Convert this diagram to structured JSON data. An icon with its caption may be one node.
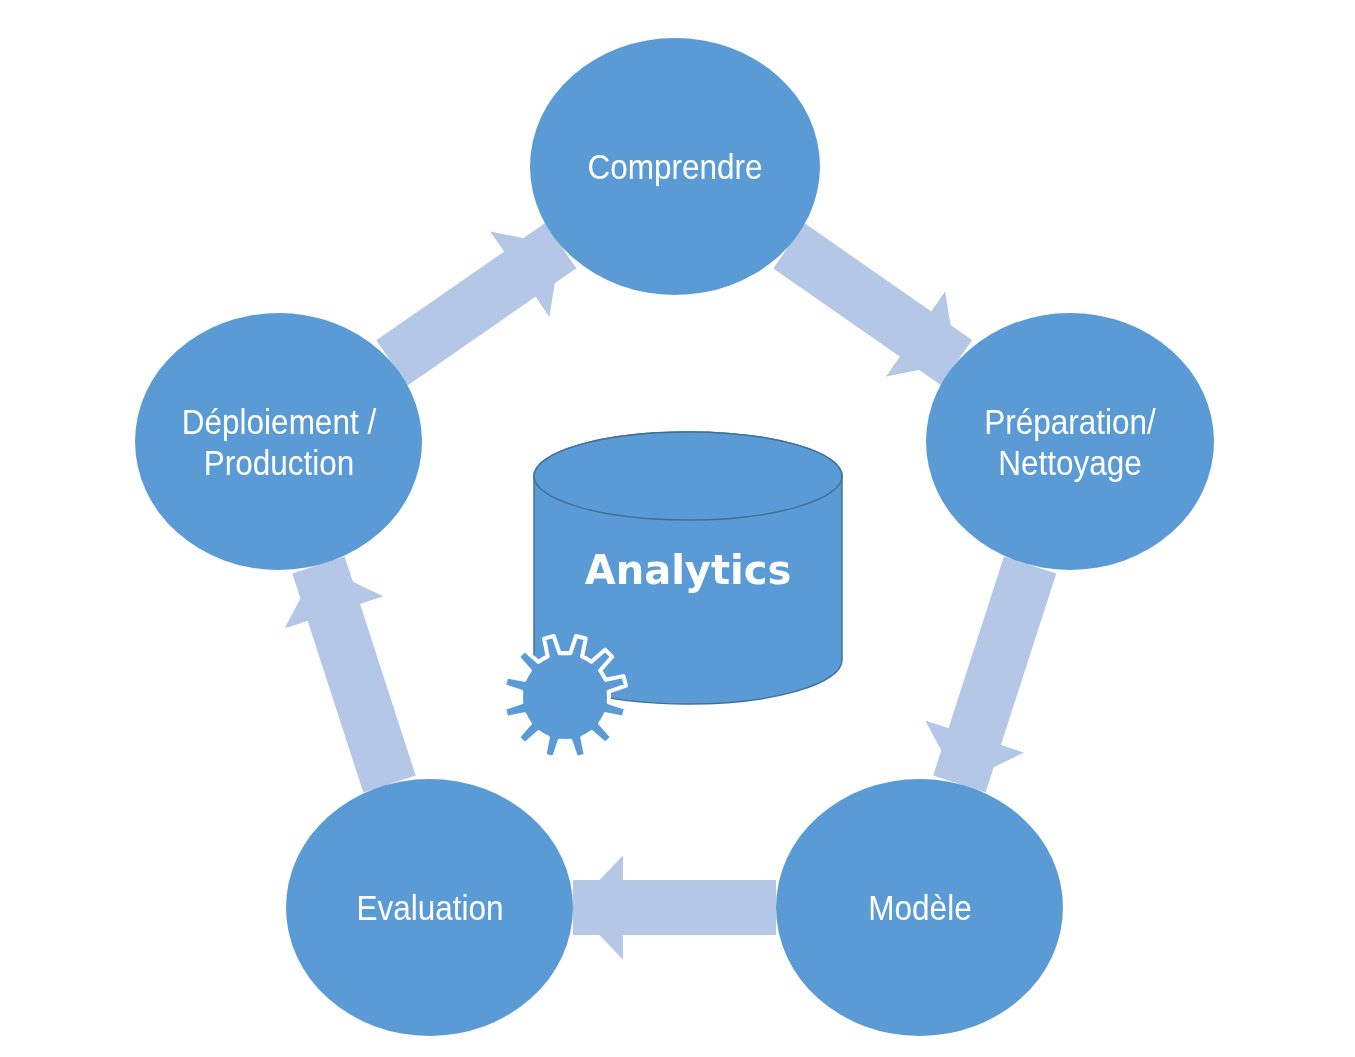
{
  "diagram": {
    "nodes": [
      {
        "text": [
          "Comprendre"
        ]
      },
      {
        "text": [
          "Préparation/ Nettoyage"
        ]
      },
      {
        "text": [
          "Modèle"
        ]
      },
      {
        "text": [
          "Evaluation"
        ]
      },
      {
        "text": [
          "Déploiement / Production"
        ]
      },
      {
        "text": [
          "Analytics"
        ]
      }
    ],
    "edges": [
      {
        "from": 4,
        "to": 0,
        "arrow": "to"
      },
      {
        "from": 0,
        "to": 1,
        "arrow": "to"
      },
      {
        "from": 1,
        "to": 2,
        "arrow": "to"
      },
      {
        "from": 2,
        "to": 3,
        "arrow": "to"
      },
      {
        "from": 3,
        "to": 4,
        "arrow": "to"
      }
    ]
  }
}
